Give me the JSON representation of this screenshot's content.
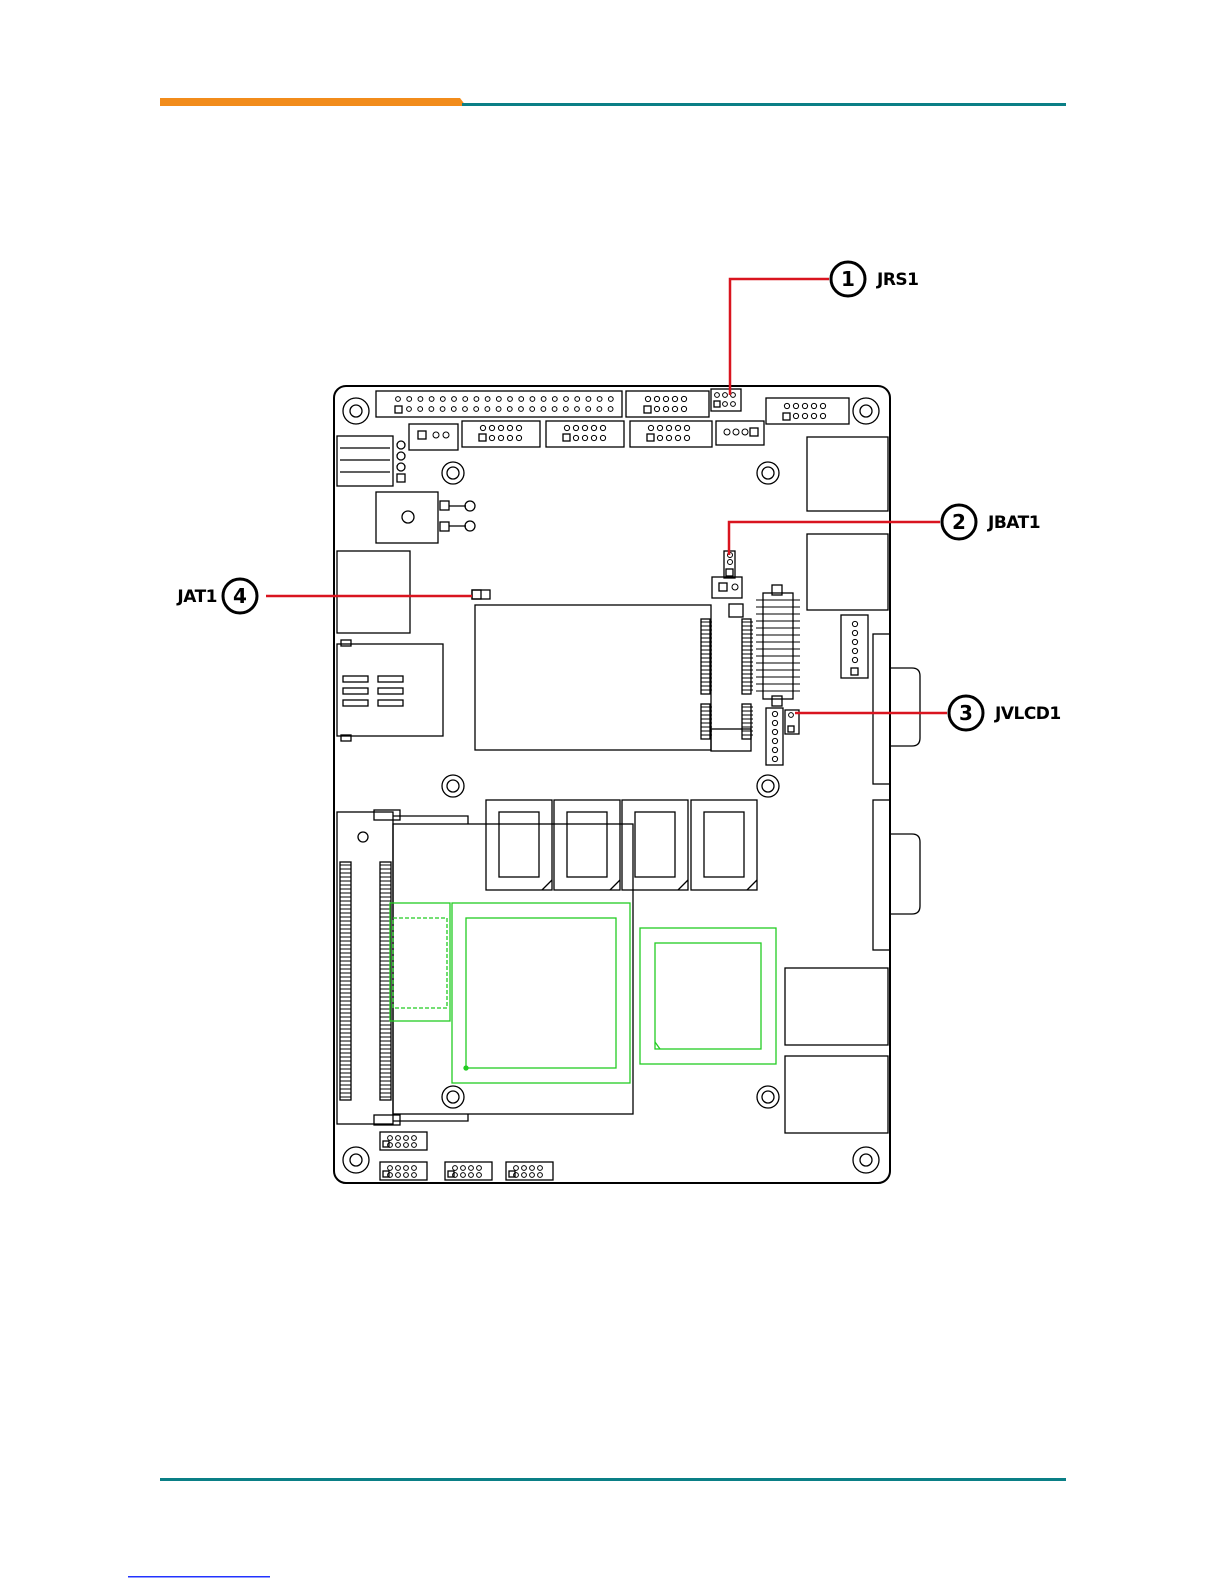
{
  "colors": {
    "header_orange": "#f28c1b",
    "rule_teal": "#0a7f86",
    "callout_red": "#d9141f",
    "board_line": "#000000",
    "chip_green": "#22cc22",
    "footer_link_blue": "#2233ff"
  },
  "callouts": [
    {
      "num": "1",
      "label": "JRS1"
    },
    {
      "num": "2",
      "label": "JBAT1"
    },
    {
      "num": "3",
      "label": "JVLCD1"
    },
    {
      "num": "4",
      "label": "JAT1"
    }
  ]
}
